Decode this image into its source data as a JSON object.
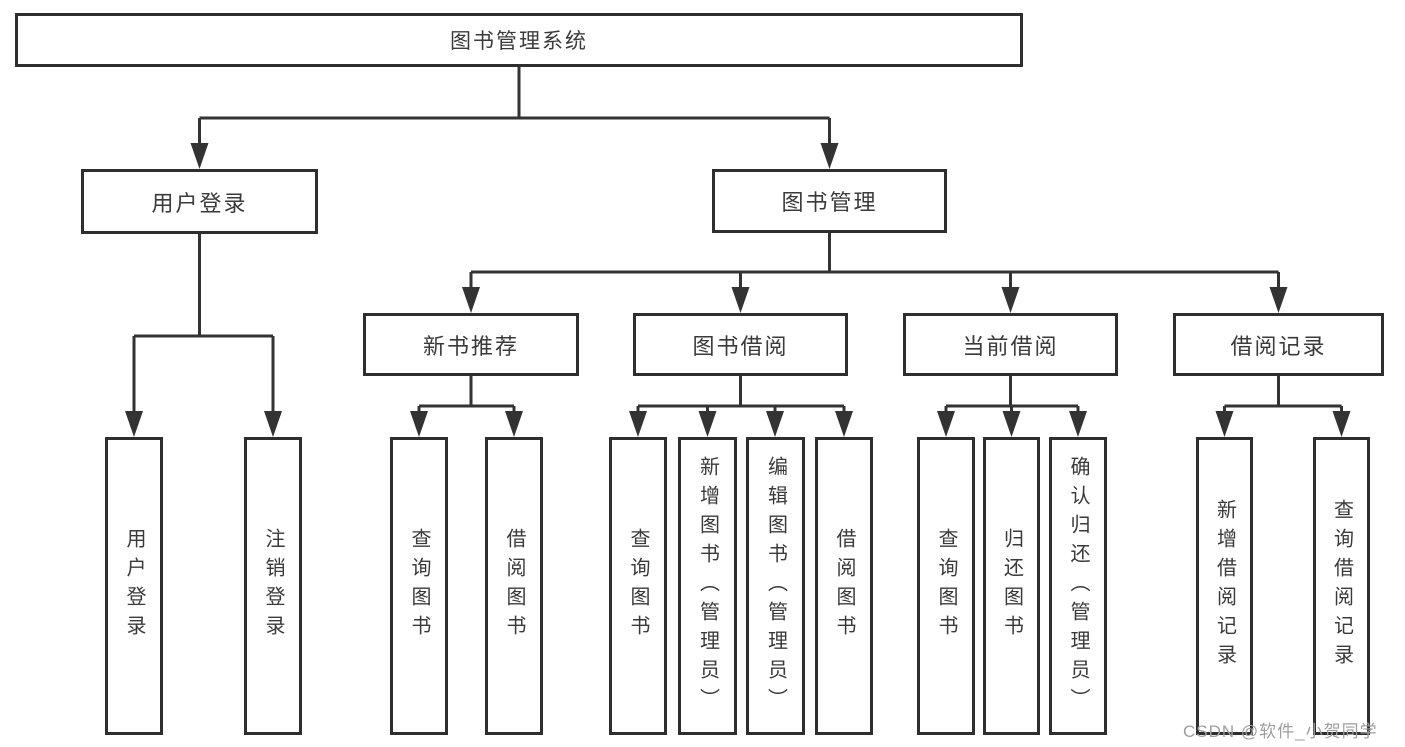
{
  "diagram": {
    "type": "tree",
    "root": {
      "label": "图书管理系统"
    },
    "branches": [
      {
        "label": "用户登录",
        "children": [
          {
            "label": "用户登录"
          },
          {
            "label": "注销登录"
          }
        ]
      },
      {
        "label": "图书管理",
        "children": [
          {
            "label": "新书推荐",
            "children": [
              {
                "label": "查询图书"
              },
              {
                "label": "借阅图书"
              }
            ]
          },
          {
            "label": "图书借阅",
            "children": [
              {
                "label": "查询图书"
              },
              {
                "label": "新增图书（管理员）"
              },
              {
                "label": "编辑图书（管理员）"
              },
              {
                "label": "借阅图书"
              }
            ]
          },
          {
            "label": "当前借阅",
            "children": [
              {
                "label": "查询图书"
              },
              {
                "label": "归还图书"
              },
              {
                "label": "确认归还（管理员）"
              }
            ]
          },
          {
            "label": "借阅记录",
            "children": [
              {
                "label": "新增借阅记录"
              },
              {
                "label": "查询借阅记录"
              }
            ]
          }
        ]
      }
    ]
  },
  "watermark": {
    "text": "CSDN @软件_小贺同学"
  },
  "colors": {
    "line": "#333333",
    "box_border": "#2e2e2e",
    "text": "#3a3a3a",
    "watermark": "#9e9e9e",
    "background": "#ffffff"
  }
}
